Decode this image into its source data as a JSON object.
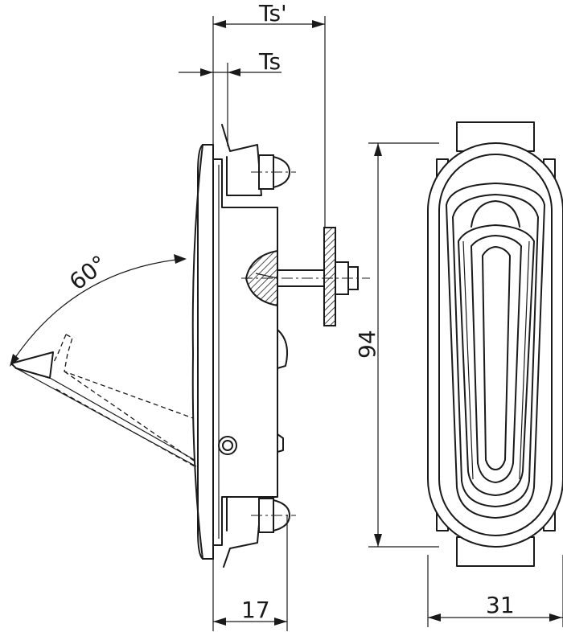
{
  "dimensions": {
    "ts_prime": "Ts'",
    "ts": "Ts",
    "angle": "60°",
    "height": "94",
    "depth": "17",
    "width": "31"
  }
}
